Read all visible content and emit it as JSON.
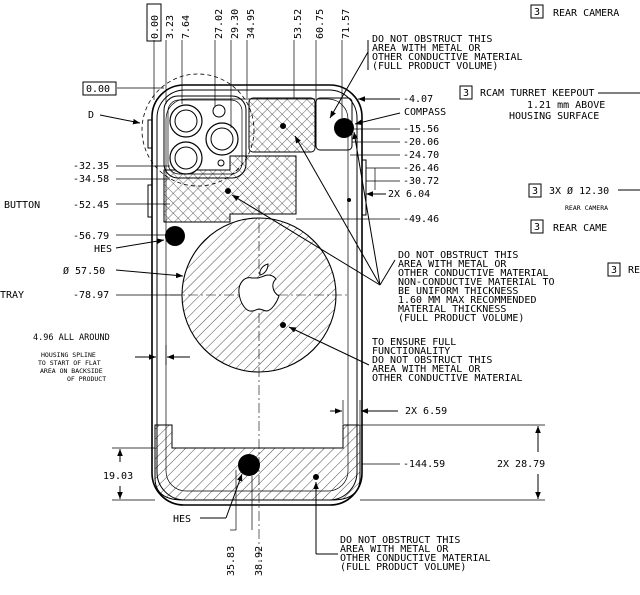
{
  "top_dims": [
    "0.00",
    "3.23",
    "7.64",
    "27.02",
    "29.30",
    "34.95",
    "53.52",
    "60.75",
    "71.57"
  ],
  "bottom_dims": [
    "35.83",
    "38.92"
  ],
  "left_dims": {
    "zero": "0.00",
    "d1": "-32.35",
    "d2": "-34.58",
    "d3": "-52.45",
    "d4": "-56.79",
    "d5": "-78.97",
    "d6": "19.03",
    "diameter": "Ø 57.50"
  },
  "right_dims": {
    "d1": "-4.07",
    "compass": "COMPASS",
    "d2": "-15.56",
    "d3": "-20.06",
    "d4": "-24.70",
    "d5": "-26.46",
    "d6": "-30.72",
    "d7": "2X 6.04",
    "d8": "-49.46",
    "d9": "2X 6.59",
    "d10": "-144.59",
    "d11": "2X 28.79"
  },
  "labels": {
    "d": "D",
    "button": "BUTTON",
    "hes_top": "HES",
    "hes_bottom": "HES",
    "tray": "TRAY",
    "spline": [
      "4.96 ALL AROUND",
      "HOUSING SPLINE",
      "TO START OF FLAT",
      "AREA ON BACKSIDE",
      "OF PRODUCT"
    ]
  },
  "right_labels": {
    "rear_camera_top": "REAR CAMERA",
    "tag3": "3",
    "rcam_turret": "RCAM TURRET KEEPOUT",
    "rcam_note": [
      "1.21 mm ABOVE",
      "HOUSING SURFACE"
    ],
    "dia_prefix": "3X Ø 12.30",
    "rear_camera_small": "REAR CAMERA",
    "rear_camera_mid": "REAR CAME",
    "re": "RE"
  },
  "notes": {
    "top": [
      "DO NOT OBSTRUCT THIS",
      "AREA WITH METAL OR",
      "OTHER CONDUCTIVE MATERIAL",
      "(FULL PRODUCT VOLUME)"
    ],
    "middle": [
      "DO NOT OBSTRUCT THIS",
      "AREA WITH METAL OR",
      "OTHER CONDUCTIVE MATERIAL",
      "NON-CONDUCTIVE MATERIAL TO",
      "BE UNIFORM THICKNESS",
      "1.60 MM MAX RECOMMENDED",
      "MATERIAL THICKNESS",
      "(FULL PRODUCT VOLUME)"
    ],
    "function": [
      "TO ENSURE FULL",
      "FUNCTIONALITY",
      "DO NOT OBSTRUCT THIS",
      "AREA WITH METAL OR",
      "OTHER CONDUCTIVE MATERIAL"
    ],
    "bottom": [
      "DO NOT OBSTRUCT THIS",
      "AREA WITH METAL OR",
      "OTHER CONDUCTIVE MATERIAL",
      "(FULL PRODUCT VOLUME)"
    ]
  }
}
